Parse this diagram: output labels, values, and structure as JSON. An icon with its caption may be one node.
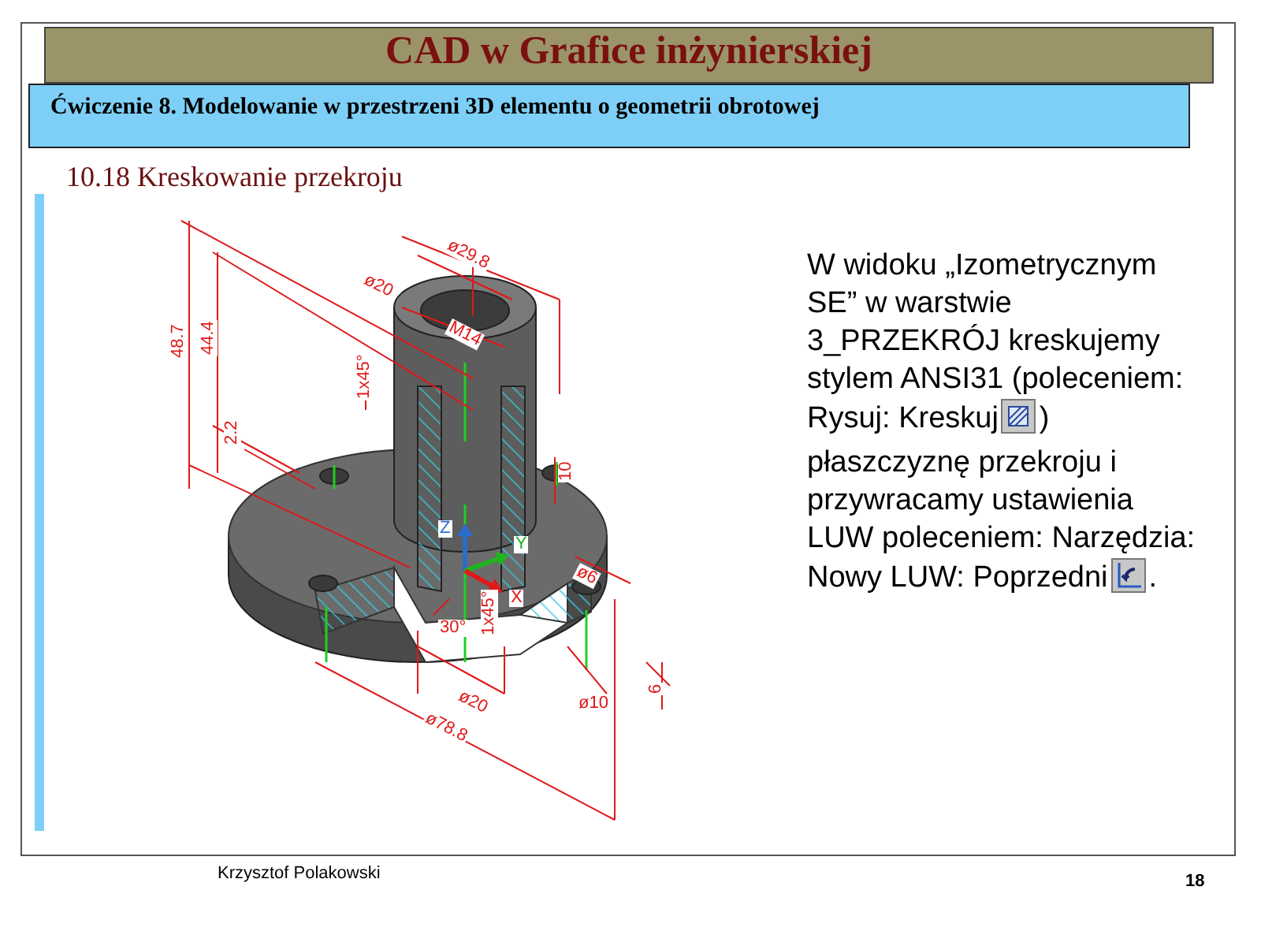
{
  "diagram": {
    "title": "CAD w Grafice inżynierskiej",
    "labels": [
      "Ćwiczenie 8. Modelowanie w przestrzeni 3D elementu o geometrii obrotowej",
      "10.18 Kreskowanie przekroju",
      "ø29.8",
      "ø20",
      "M14",
      "1x45°",
      "48.7",
      "44.4",
      "2.2",
      "10",
      "Z",
      "Y",
      "X",
      "1x45°",
      "30°",
      "ø6",
      "ø20",
      "ø10",
      "ø78.8",
      "6",
      "W widoku „Izometrycznym SE” w warstwie 3_PRZEKRÓJ kreskujemy stylem ANSI31 (poleceniem: Rysuj: Kreskuj",
      ") płaszczyznę przekroju i przywracamy ustawienia LUW poleceniem: Narzędzia: Nowy LUW: Poprzedni",
      ".",
      "Krzysztof Polakowski",
      "18"
    ]
  }
}
